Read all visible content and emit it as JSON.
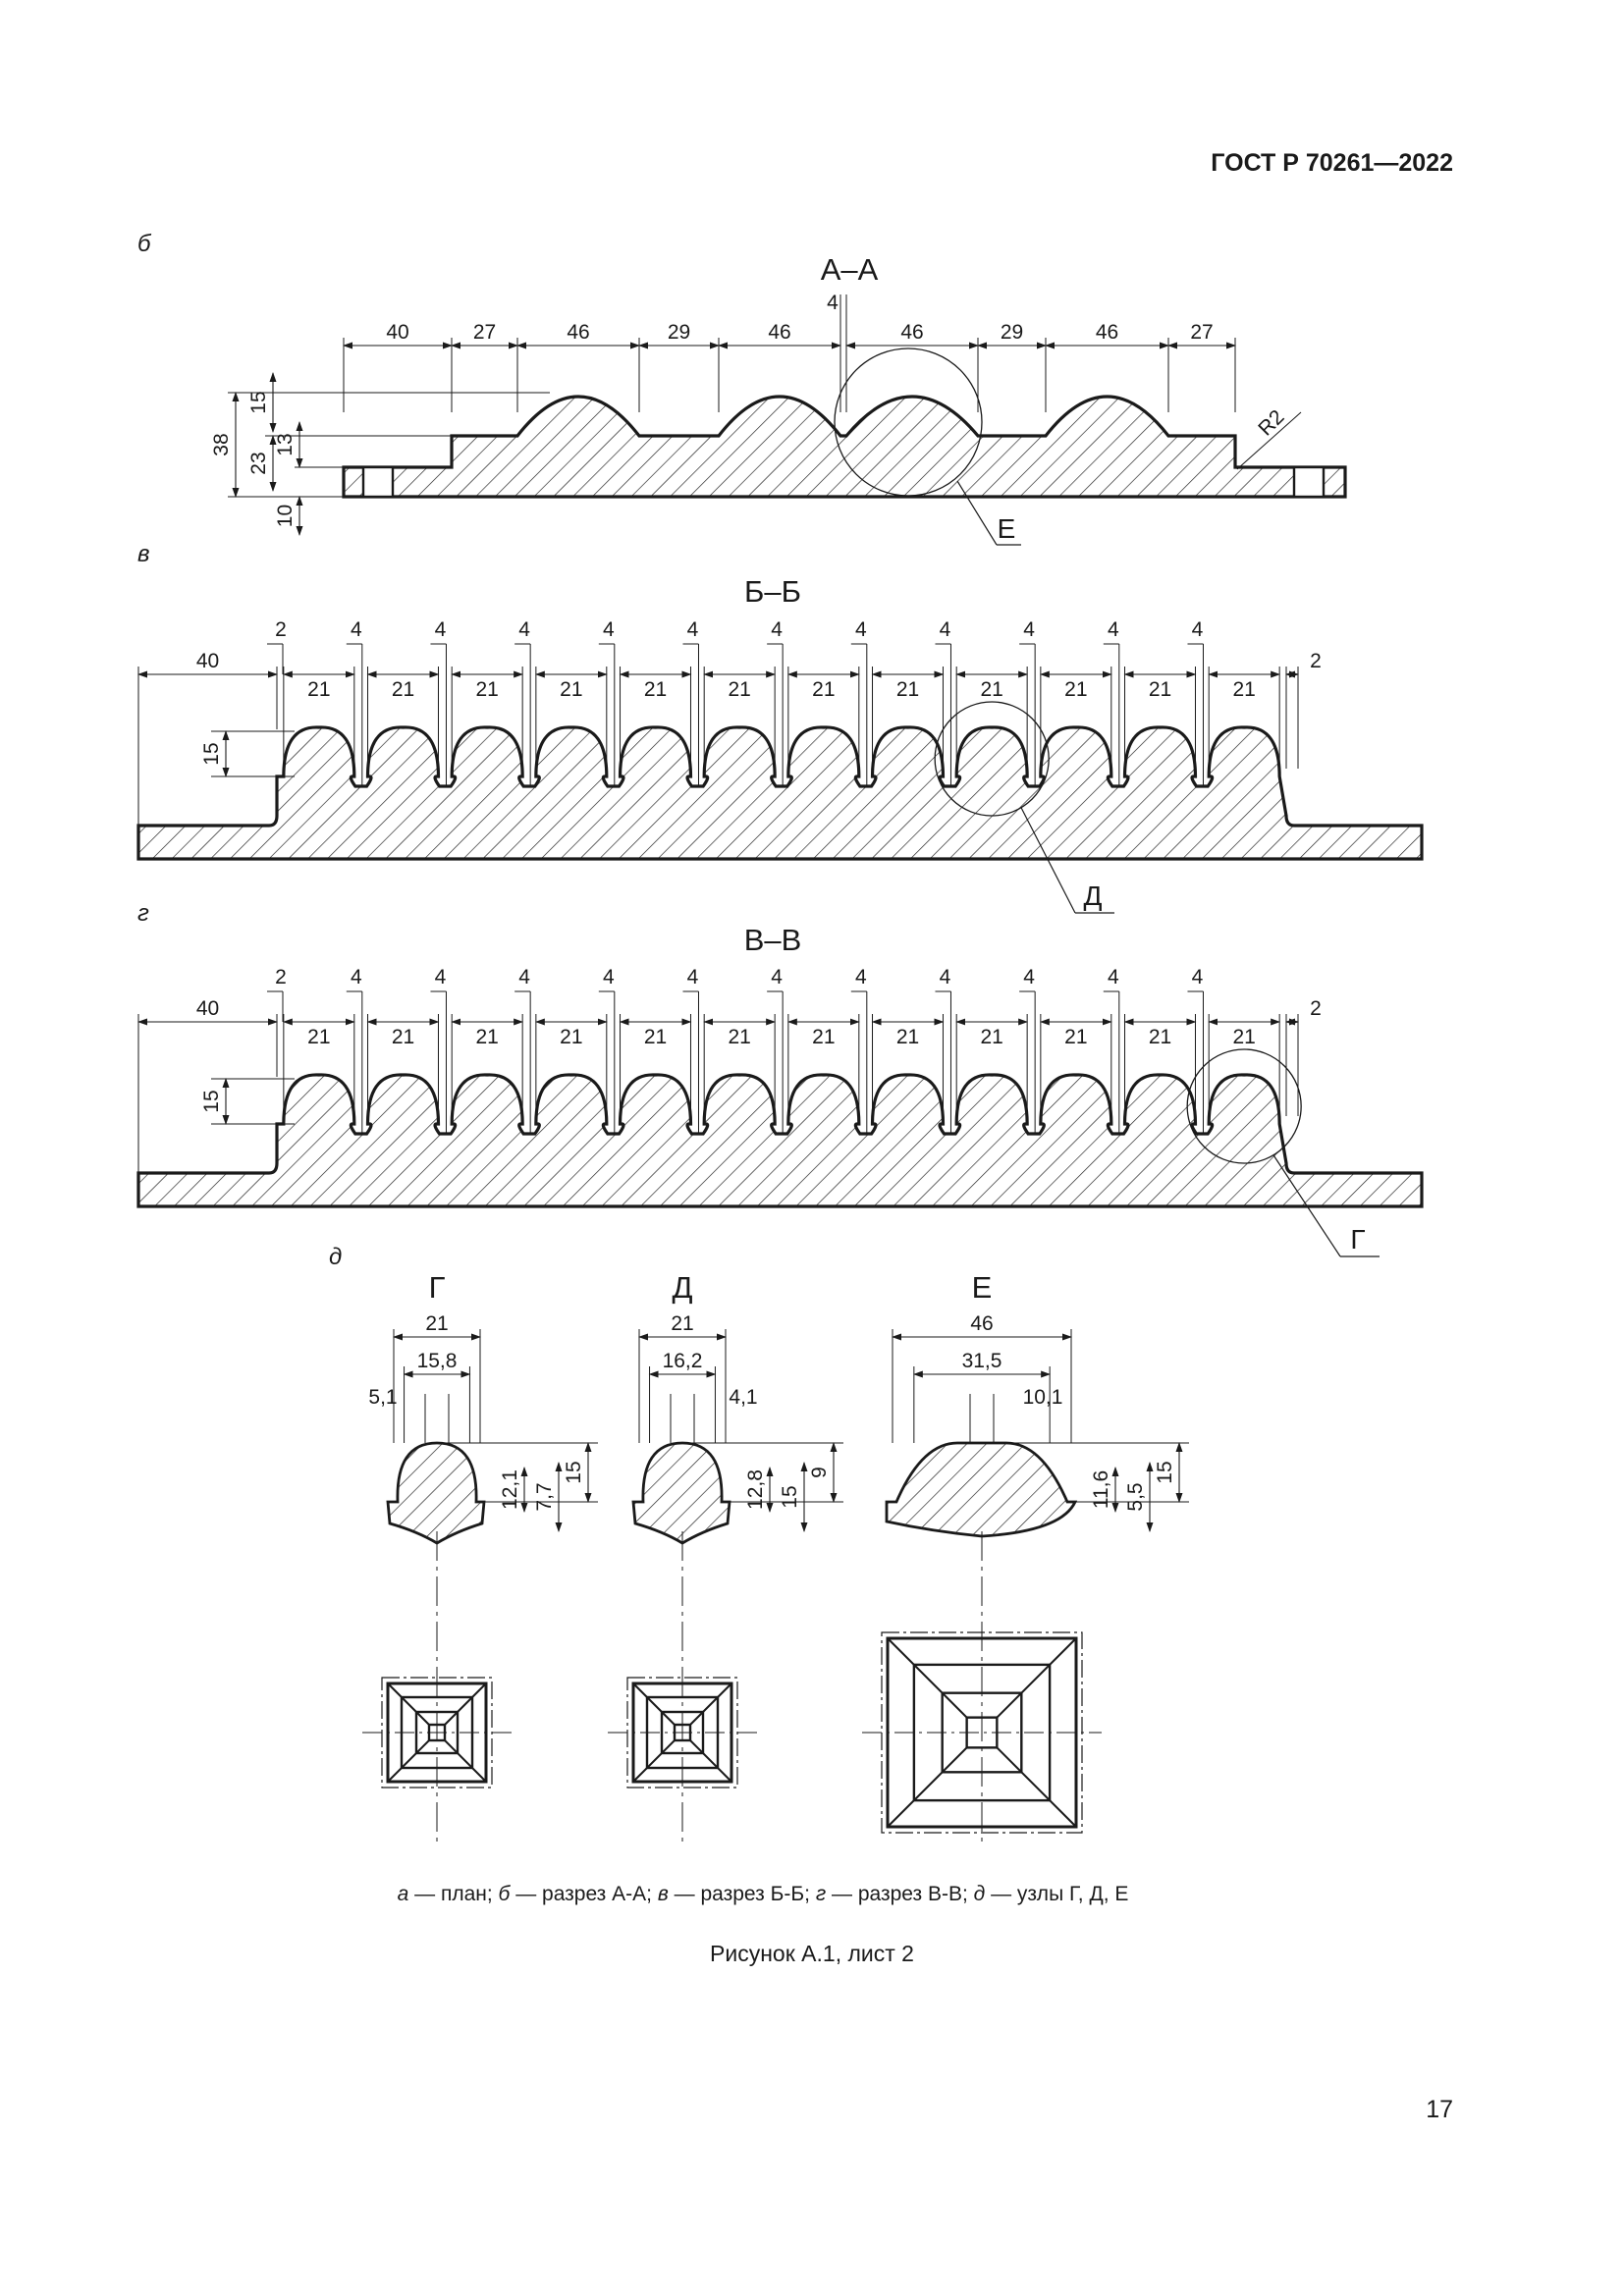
{
  "header": {
    "standard": "ГОСТ Р 70261—2022"
  },
  "page_number": "17",
  "panels": {
    "b": {
      "letter": "б",
      "title": "А–А",
      "dims_top": [
        "40",
        "27",
        "46",
        "29",
        "46",
        "4",
        "46",
        "29",
        "46",
        "27"
      ],
      "dims_left": [
        "38",
        "15",
        "23",
        "13",
        "10"
      ],
      "radius": "R2",
      "callout": "Е"
    },
    "v": {
      "letter": "в",
      "title": "Б–Б",
      "dims_row1": [
        "2",
        "4",
        "4",
        "4",
        "4",
        "4",
        "4",
        "4",
        "4",
        "4",
        "4",
        "4"
      ],
      "dims_row2": [
        "40",
        "21",
        "21",
        "21",
        "21",
        "21",
        "21",
        "21",
        "21",
        "21",
        "21",
        "21",
        "21",
        "2"
      ],
      "dims_left": [
        "15"
      ],
      "callout": "Д"
    },
    "g": {
      "letter": "г",
      "title": "В–В",
      "dims_row1": [
        "2",
        "4",
        "4",
        "4",
        "4",
        "4",
        "4",
        "4",
        "4",
        "4",
        "4",
        "4"
      ],
      "dims_row2": [
        "40",
        "21",
        "21",
        "21",
        "21",
        "21",
        "21",
        "21",
        "21",
        "21",
        "21",
        "21",
        "21",
        "2"
      ],
      "dims_left": [
        "15"
      ],
      "callout": "Г"
    },
    "d": {
      "letter": "д",
      "nodes": [
        {
          "title": "Г",
          "dims": [
            "21",
            "15,8",
            "5,1",
            "15",
            "7,7",
            "12,1"
          ]
        },
        {
          "title": "Д",
          "dims": [
            "21",
            "16,2",
            "4,1",
            "9",
            "15",
            "12,8"
          ]
        },
        {
          "title": "Е",
          "dims": [
            "46",
            "31,5",
            "10,1",
            "15",
            "5,5",
            "11,6"
          ]
        }
      ]
    }
  },
  "caption": {
    "parts": [
      {
        "letter": "а",
        "text": " — план; "
      },
      {
        "letter": "б",
        "text": " — разрез А-А; "
      },
      {
        "letter": "в",
        "text": " — разрез Б-Б; "
      },
      {
        "letter": "г",
        "text": " — разрез В-В; "
      },
      {
        "letter": "д",
        "text": " — узлы Г, Д, Е"
      }
    ]
  },
  "figure_title": "Рисунок А.1, лист 2"
}
